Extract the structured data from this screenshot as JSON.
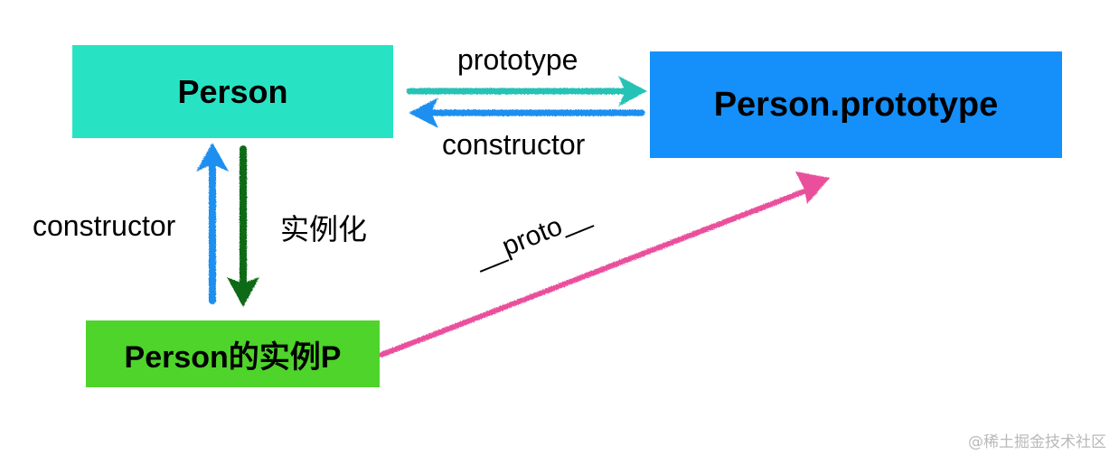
{
  "nodes": {
    "person": {
      "label": "Person",
      "color": "#27e3c4"
    },
    "prototype": {
      "label": "Person.prototype",
      "color": "#1590fb"
    },
    "instance": {
      "label": "Person的实例P",
      "color": "#4ed42b"
    }
  },
  "edges": {
    "prototype_label": "prototype",
    "constructor_top_label": "constructor",
    "constructor_left_label": "constructor",
    "instantiate_label": "实例化",
    "proto_label": "__proto__"
  },
  "arrow_colors": {
    "prototype": "#27c2b5",
    "constructor": "#1e8ff0",
    "instantiate": "#0d6b15",
    "proto": "#ea4f9c"
  },
  "watermark": "@稀土掘金技术社区"
}
